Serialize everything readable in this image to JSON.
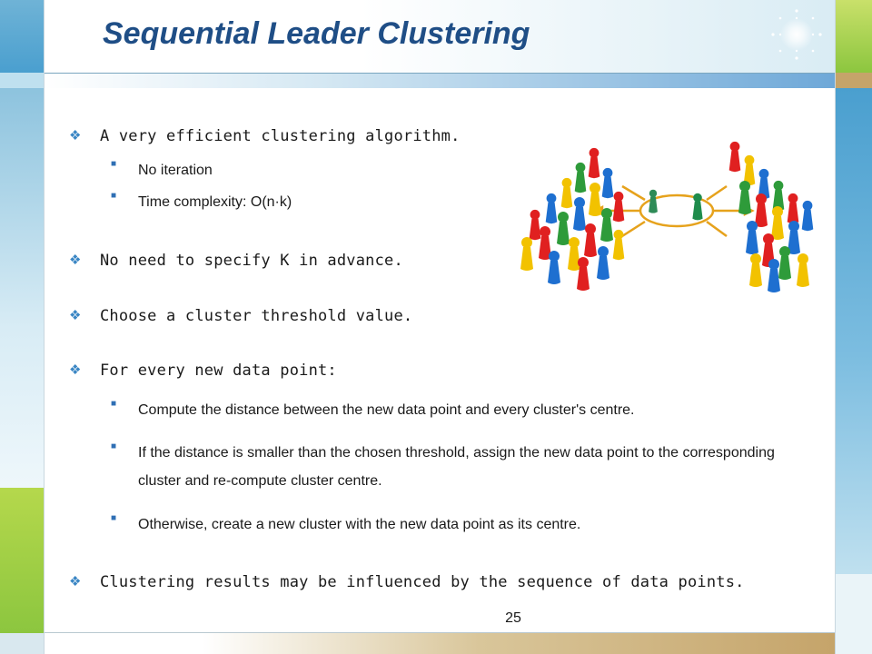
{
  "slide": {
    "title": "Sequential Leader Clustering",
    "page_number": "25"
  },
  "bullets": [
    {
      "text": "A very efficient clustering algorithm.",
      "level": 1
    },
    {
      "text": "No iteration",
      "level": 2
    },
    {
      "text": "Time complexity:  O(n·k)",
      "level": 2
    },
    {
      "text": "No need to specify K in advance.",
      "level": 1
    },
    {
      "text": "Choose a cluster threshold value.",
      "level": 1
    },
    {
      "text": "For every new data point:",
      "level": 1
    },
    {
      "text": "Compute the distance between the new data point and every cluster's centre.",
      "level": 2
    },
    {
      "text": "If the distance is smaller than the chosen threshold, assign the new data point to the corresponding cluster and re-compute cluster centre.",
      "level": 2
    },
    {
      "text": "Otherwise, create a new cluster with the new data point as its centre.",
      "level": 2
    },
    {
      "text": "Clustering results may be influenced by the sequence of data points.",
      "level": 1
    }
  ],
  "colors": {
    "title": "#1f4e86",
    "bullet_l1": "#3a86c4",
    "bullet_l2": "#2f6fb4"
  },
  "icons": {
    "level1_bullet": "four-point-star",
    "level2_bullet": "square"
  }
}
